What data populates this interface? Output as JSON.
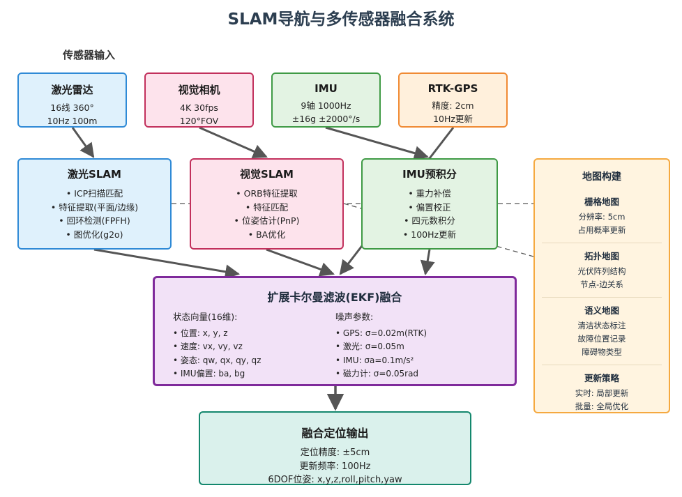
{
  "title": "SLAM导航与多传感器融合系统",
  "section_label": "传感器输入",
  "sensors": [
    {
      "name": "激光雷达",
      "lines": [
        "16线 360°",
        "10Hz 100m"
      ]
    },
    {
      "name": "视觉相机",
      "lines": [
        "4K 30fps",
        "120°FOV"
      ]
    },
    {
      "name": "IMU",
      "lines": [
        "9轴 1000Hz",
        "±16g ±2000°/s"
      ]
    },
    {
      "name": "RTK-GPS",
      "lines": [
        "精度: 2cm",
        "10Hz更新"
      ]
    }
  ],
  "modules": [
    {
      "name": "激光SLAM",
      "items": [
        "• ICP扫描匹配",
        "• 特征提取(平面/边缘)",
        "• 回环检测(FPFH)",
        "• 图优化(g2o)"
      ]
    },
    {
      "name": "视觉SLAM",
      "items": [
        "• ORB特征提取",
        "• 特征匹配",
        "• 位姿估计(PnP)",
        "• BA优化"
      ]
    },
    {
      "name": "IMU预积分",
      "items": [
        "• 重力补偿",
        "• 偏置校正",
        "• 四元数积分",
        "• 100Hz更新"
      ]
    }
  ],
  "map": {
    "title": "地图构建",
    "sections": [
      {
        "name": "栅格地图",
        "lines": [
          "分辨率: 5cm",
          "占用概率更新"
        ]
      },
      {
        "name": "拓扑地图",
        "lines": [
          "光伏阵列结构",
          "节点-边关系"
        ]
      },
      {
        "name": "语义地图",
        "lines": [
          "清洁状态标注",
          "故障位置记录",
          "障碍物类型"
        ]
      },
      {
        "name": "更新策略",
        "lines": [
          "实时: 局部更新",
          "批量: 全局优化"
        ]
      }
    ]
  },
  "ekf": {
    "title": "扩展卡尔曼滤波(EKF)融合",
    "state_title": "状态向量(16维):",
    "state": [
      "• 位置: x, y, z",
      "• 速度: vx, vy, vz",
      "• 姿态: qw, qx, qy, qz",
      "• IMU偏置: ba, bg"
    ],
    "noise_title": "噪声参数:",
    "noise": [
      "• GPS: σ=0.02m(RTK)",
      "• 激光: σ=0.05m",
      "• IMU: σa=0.1m/s²",
      "• 磁力计: σ=0.05rad"
    ]
  },
  "output": {
    "title": "融合定位输出",
    "lines": [
      "定位精度: ±5cm",
      "更新频率: 100Hz",
      "6DOF位姿: x,y,z,roll,pitch,yaw"
    ]
  }
}
